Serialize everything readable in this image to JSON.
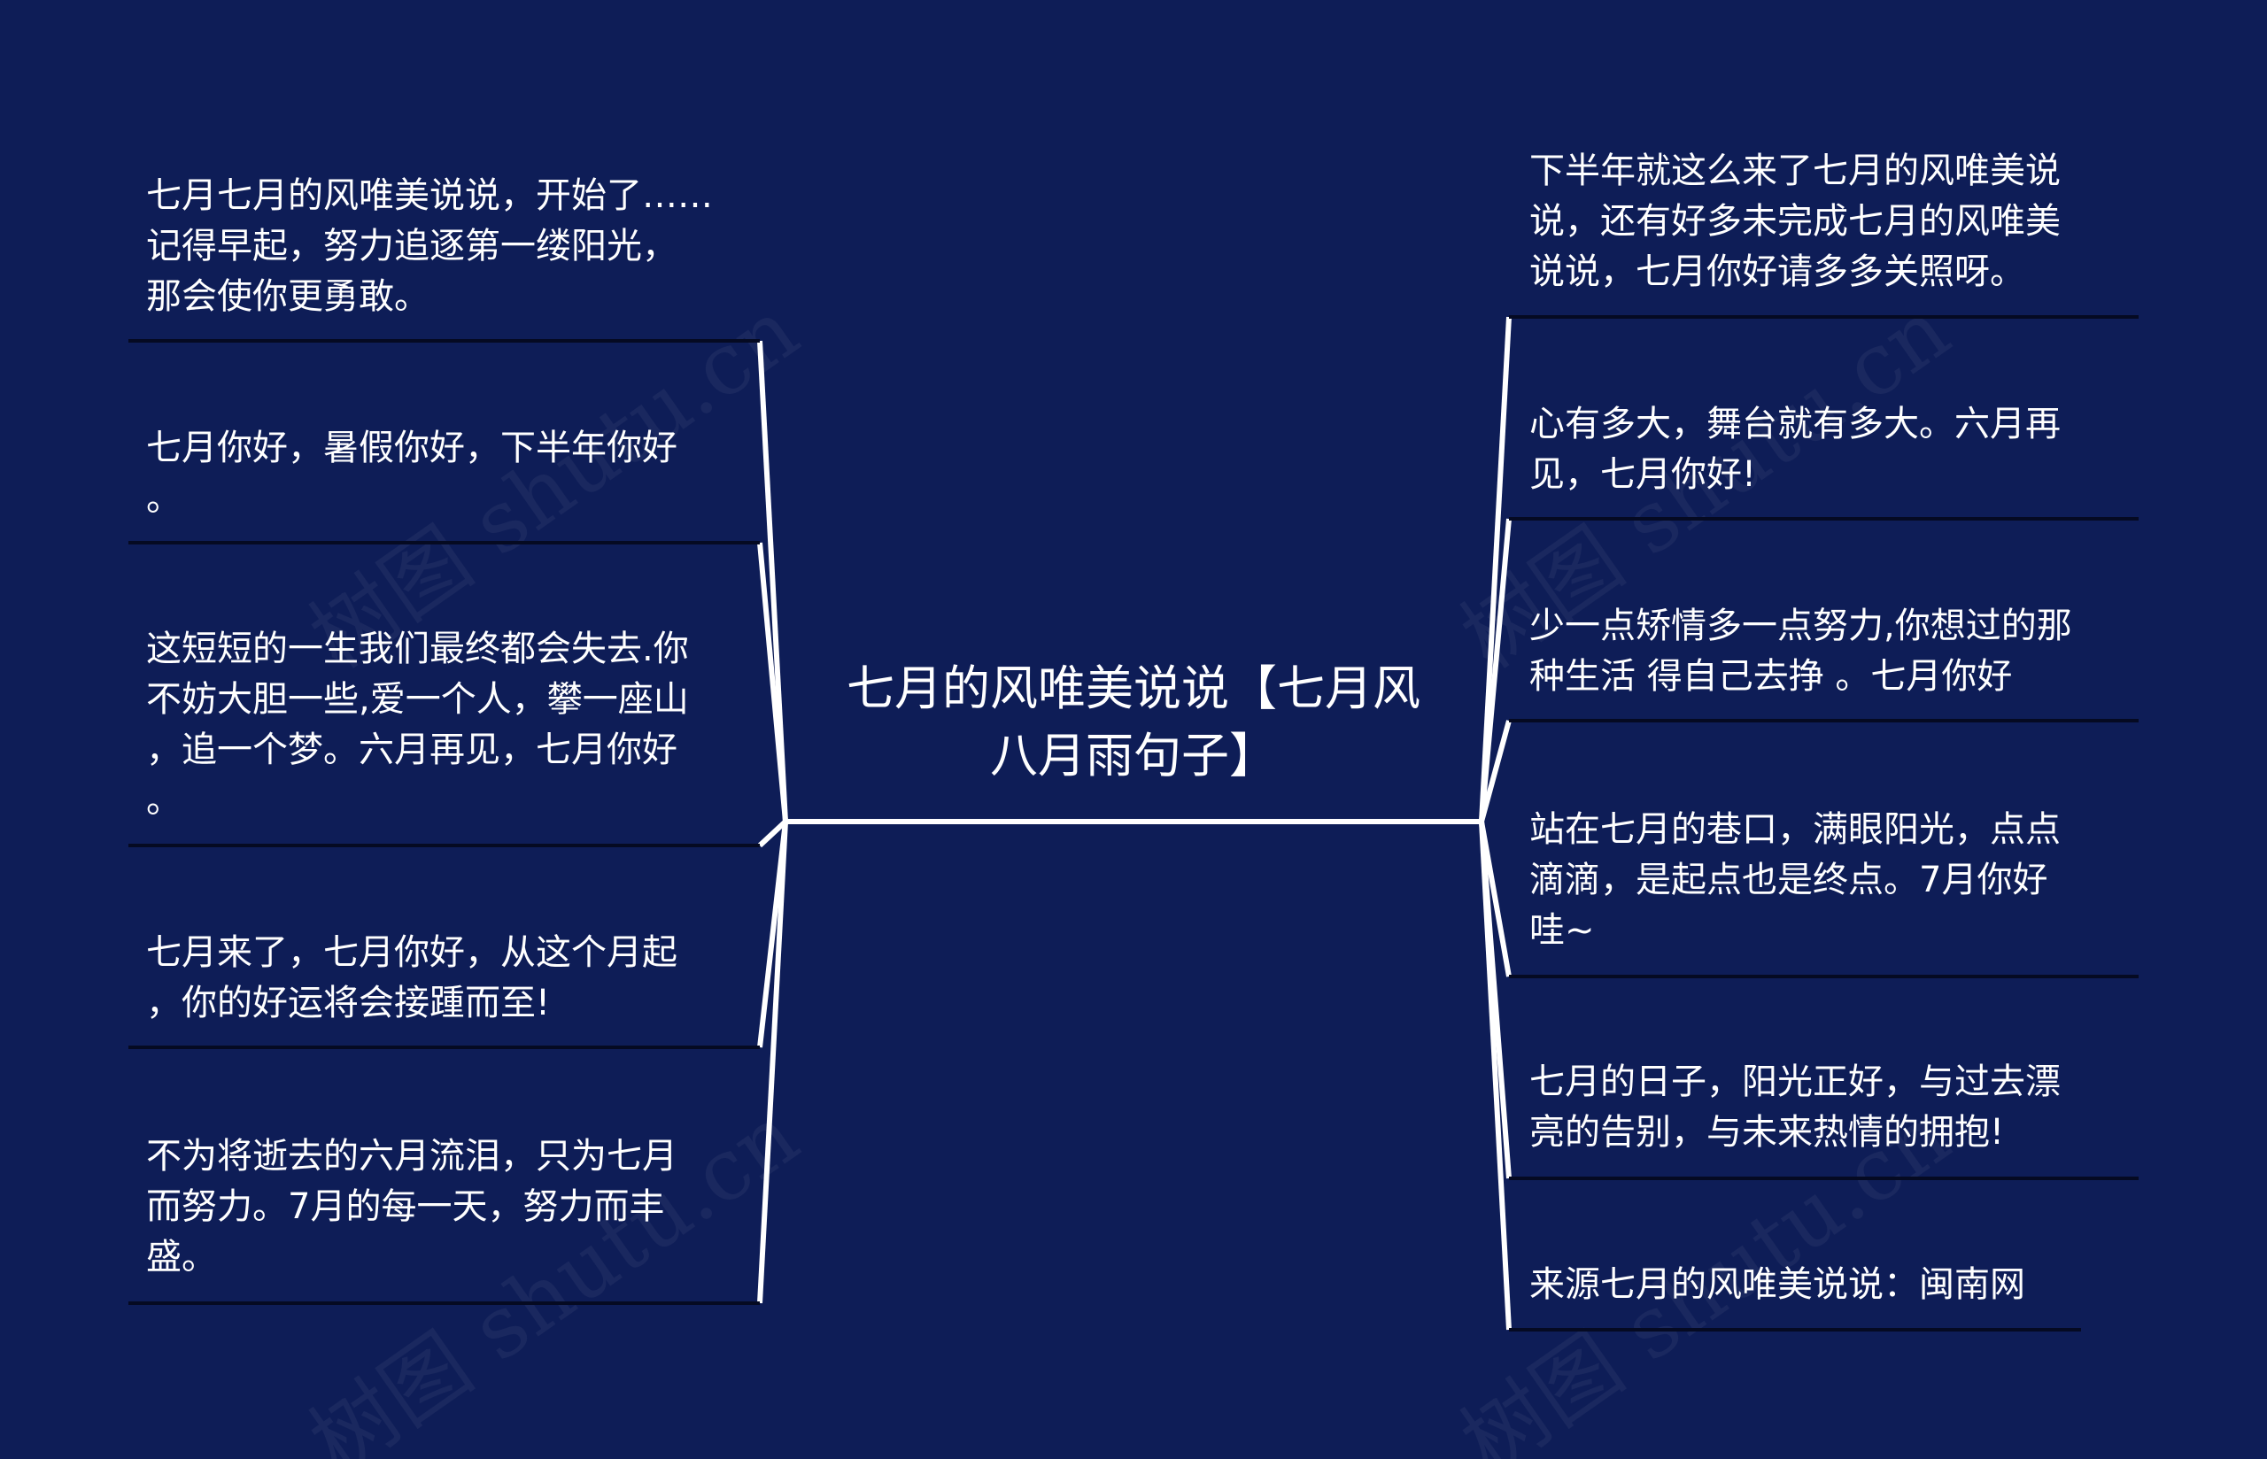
{
  "root": {
    "title": "七月的风唯美说说【七月风八月雨句子】"
  },
  "watermark": {
    "text": "树图 shutu.cn"
  },
  "left_nodes": [
    {
      "text": "七月七月的风唯美说说，开始了……\n记得早起，努力追逐第一缕阳光，\n那会使你更勇敢。"
    },
    {
      "text": "七月你好，暑假你好，下半年你好\n。"
    },
    {
      "text": "这短短的一生我们最终都会失去.你\n不妨大胆一些,爱一个人，攀一座山\n，追一个梦。六月再见，七月你好\n。"
    },
    {
      "text": "七月来了，七月你好，从这个月起\n，你的好运将会接踵而至!"
    },
    {
      "text": "不为将逝去的六月流泪，只为七月\n而努力。7月的每一天，努力而丰\n盛。"
    }
  ],
  "right_nodes": [
    {
      "text": "下半年就这么来了七月的风唯美说\n说，还有好多未完成七月的风唯美\n说说，七月你好请多多关照呀。"
    },
    {
      "text": "心有多大，舞台就有多大。六月再\n见，七月你好!"
    },
    {
      "text": "少一点矫情多一点努力,你想过的那\n种生活 得自己去挣 。七月你好"
    },
    {
      "text": "站在七月的巷口，满眼阳光，点点\n滴滴，是起点也是终点。7月你好\n哇~"
    },
    {
      "text": "七月的日子，阳光正好，与过去漂\n亮的告别，与未来热情的拥抱!"
    },
    {
      "text": "来源七月的风唯美说说：闽南网"
    }
  ],
  "colors": {
    "background": "#0e1d57",
    "text": "#ffffff",
    "connector": "#ffffff",
    "underline": "#050a22"
  }
}
